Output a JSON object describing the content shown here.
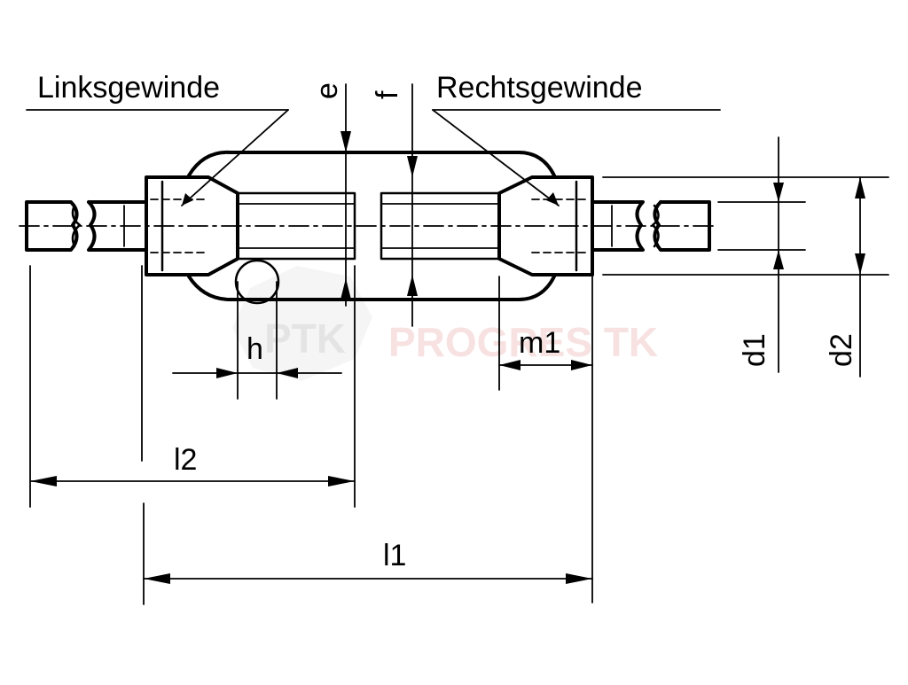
{
  "labels": {
    "left_thread": "Linksgewinde",
    "right_thread": "Rechtsgewinde",
    "e": "e",
    "f": "f",
    "h": "h",
    "m1": "m1",
    "d1": "d1",
    "d2": "d2",
    "l1": "l1",
    "l2": "l2"
  },
  "watermark": {
    "badge": "PTK",
    "text": "PROGRES TK"
  },
  "colors": {
    "ink": "#000000",
    "watermark": "#e8a0a0"
  }
}
